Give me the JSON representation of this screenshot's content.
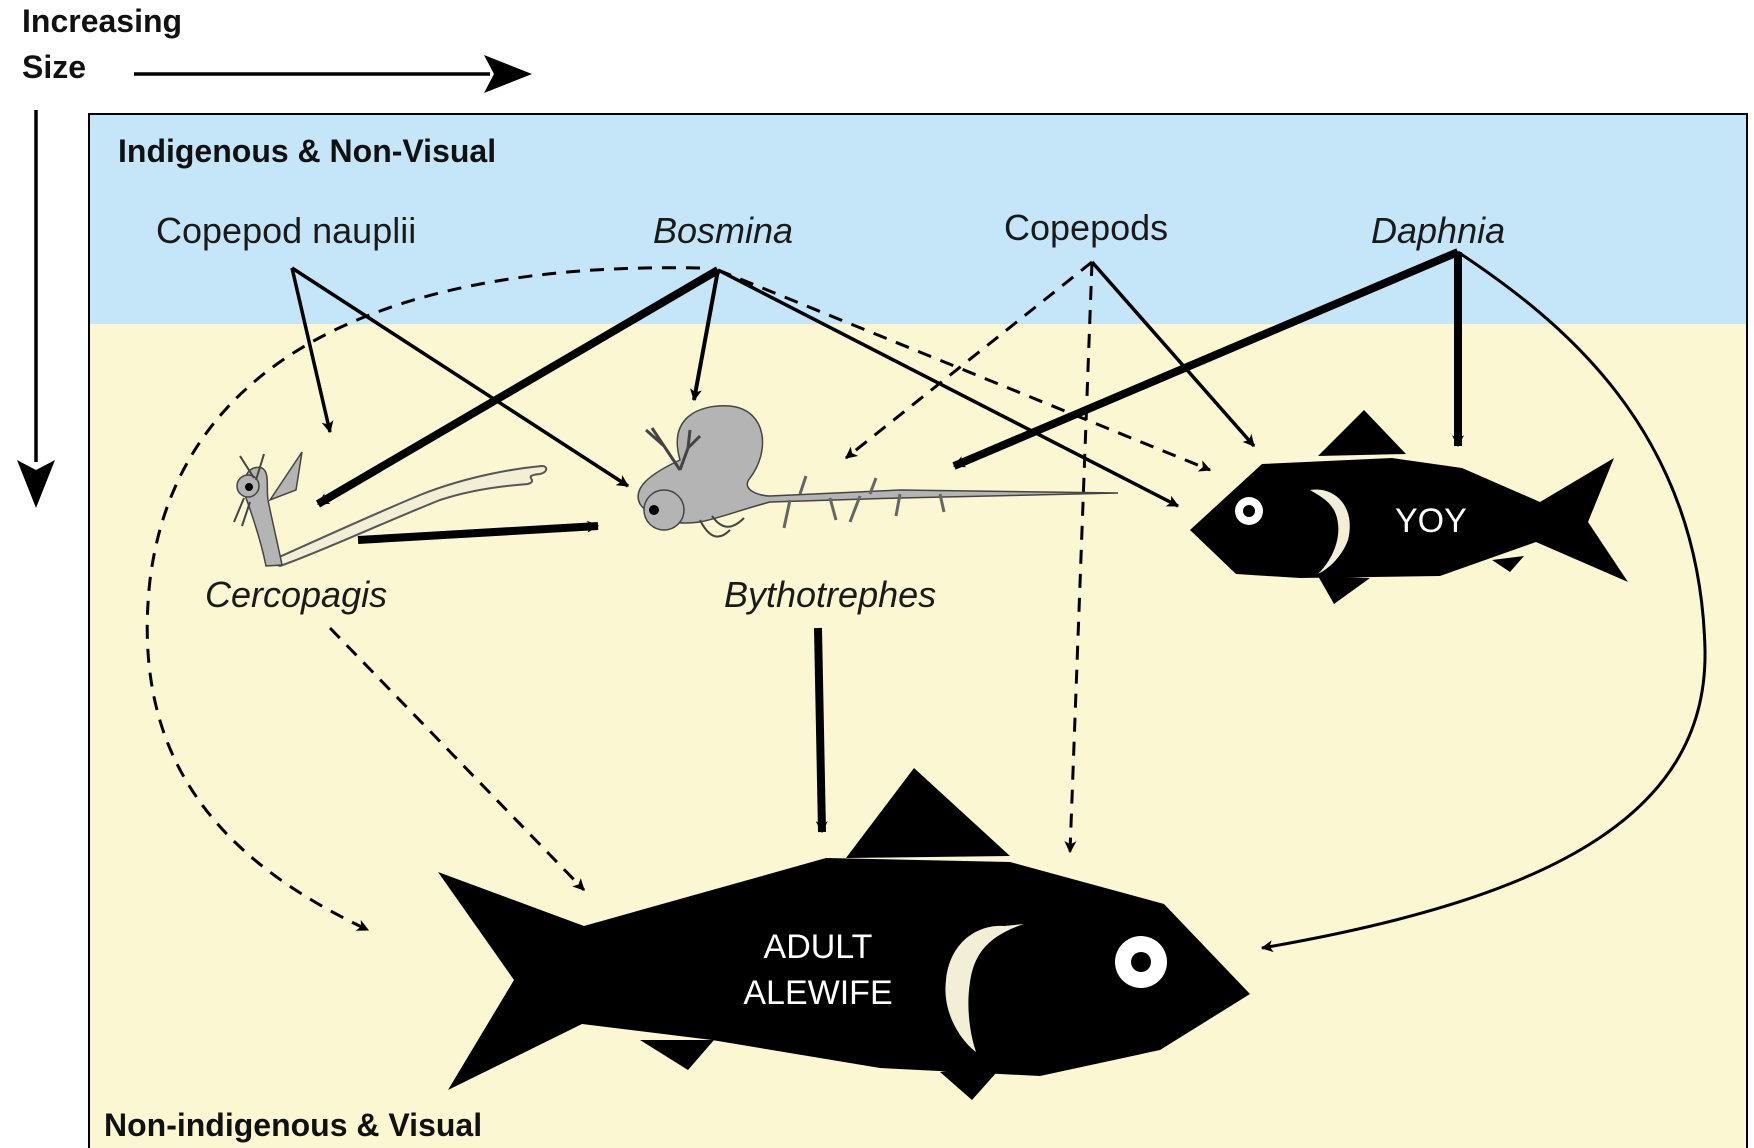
{
  "size_axis": {
    "line1": "Increasing",
    "line2": "Size"
  },
  "zones": {
    "top": "Indigenous & Non-Visual",
    "bottom": "Non-indigenous & Visual"
  },
  "nodes": {
    "copepod_nauplii": "Copepod nauplii",
    "bosmina": "Bosmina",
    "copepods": "Copepods",
    "daphnia": "Daphnia",
    "cercopagis": "Cercopagis",
    "bythotrephes": "Bythotrephes",
    "yoy": "YOY",
    "adult_line1": "ADULT",
    "adult_line2": "ALEWIFE"
  },
  "colors": {
    "zone_top": "#c5e6f8",
    "zone_bottom": "#fbf7d2",
    "fish": "#000000",
    "invertebrate": "#b4b4b4"
  },
  "links": [
    {
      "from": "Copepod nauplii",
      "to": "Cercopagis",
      "style": "solid"
    },
    {
      "from": "Copepod nauplii",
      "to": "Bythotrephes",
      "style": "solid"
    },
    {
      "from": "Bosmina",
      "to": "Cercopagis",
      "style": "solid-heavy"
    },
    {
      "from": "Bosmina",
      "to": "Bythotrephes",
      "style": "solid"
    },
    {
      "from": "Bosmina",
      "to": "YOY",
      "style": "solid"
    },
    {
      "from": "Bosmina",
      "to": "YOY",
      "style": "dashed"
    },
    {
      "from": "Bosmina",
      "to": "ADULT ALEWIFE",
      "style": "dashed"
    },
    {
      "from": "Copepods",
      "to": "Bythotrephes",
      "style": "dashed"
    },
    {
      "from": "Copepods",
      "to": "YOY",
      "style": "solid"
    },
    {
      "from": "Copepods",
      "to": "ADULT ALEWIFE",
      "style": "dashed"
    },
    {
      "from": "Daphnia",
      "to": "Bythotrephes",
      "style": "solid-heavy"
    },
    {
      "from": "Daphnia",
      "to": "YOY",
      "style": "solid-heavy"
    },
    {
      "from": "Daphnia",
      "to": "ADULT ALEWIFE",
      "style": "solid"
    },
    {
      "from": "Cercopagis",
      "to": "Bythotrephes",
      "style": "solid-heavy"
    },
    {
      "from": "Cercopagis",
      "to": "ADULT ALEWIFE",
      "style": "dashed"
    },
    {
      "from": "Bythotrephes",
      "to": "ADULT ALEWIFE",
      "style": "solid-heavy"
    }
  ]
}
